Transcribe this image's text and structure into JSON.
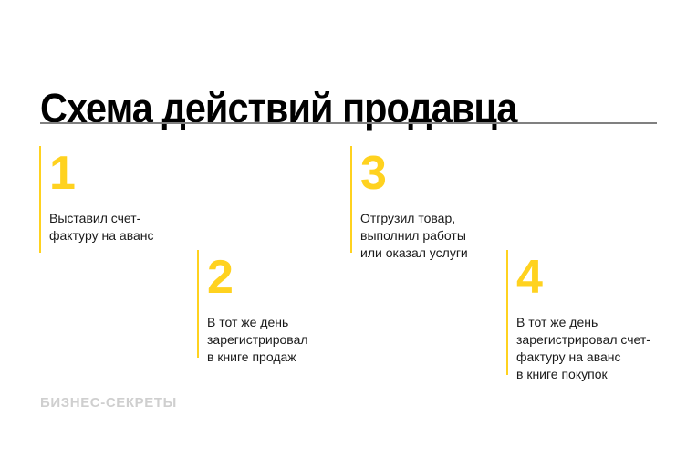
{
  "header": {
    "title": "Схема действий продавца"
  },
  "colors": {
    "accent": "#FFD21F",
    "rule": "#808080",
    "brand": "#CFCFCF",
    "text": "#1A1A1A"
  },
  "steps": [
    {
      "number": "1",
      "text": "Выставил счет-\nфактуру на аванс"
    },
    {
      "number": "2",
      "text": "В тот же день\nзарегистрировал\nв книге продаж"
    },
    {
      "number": "3",
      "text": "Отгрузил товар,\nвыполнил работы\nили оказал услуги"
    },
    {
      "number": "4",
      "text": "В тот же день\nзарегистрировал счет-\nфактуру на аванс\nв книге покупок"
    }
  ],
  "footer": {
    "brand": "БИЗНЕС-СЕКРЕТЫ"
  }
}
